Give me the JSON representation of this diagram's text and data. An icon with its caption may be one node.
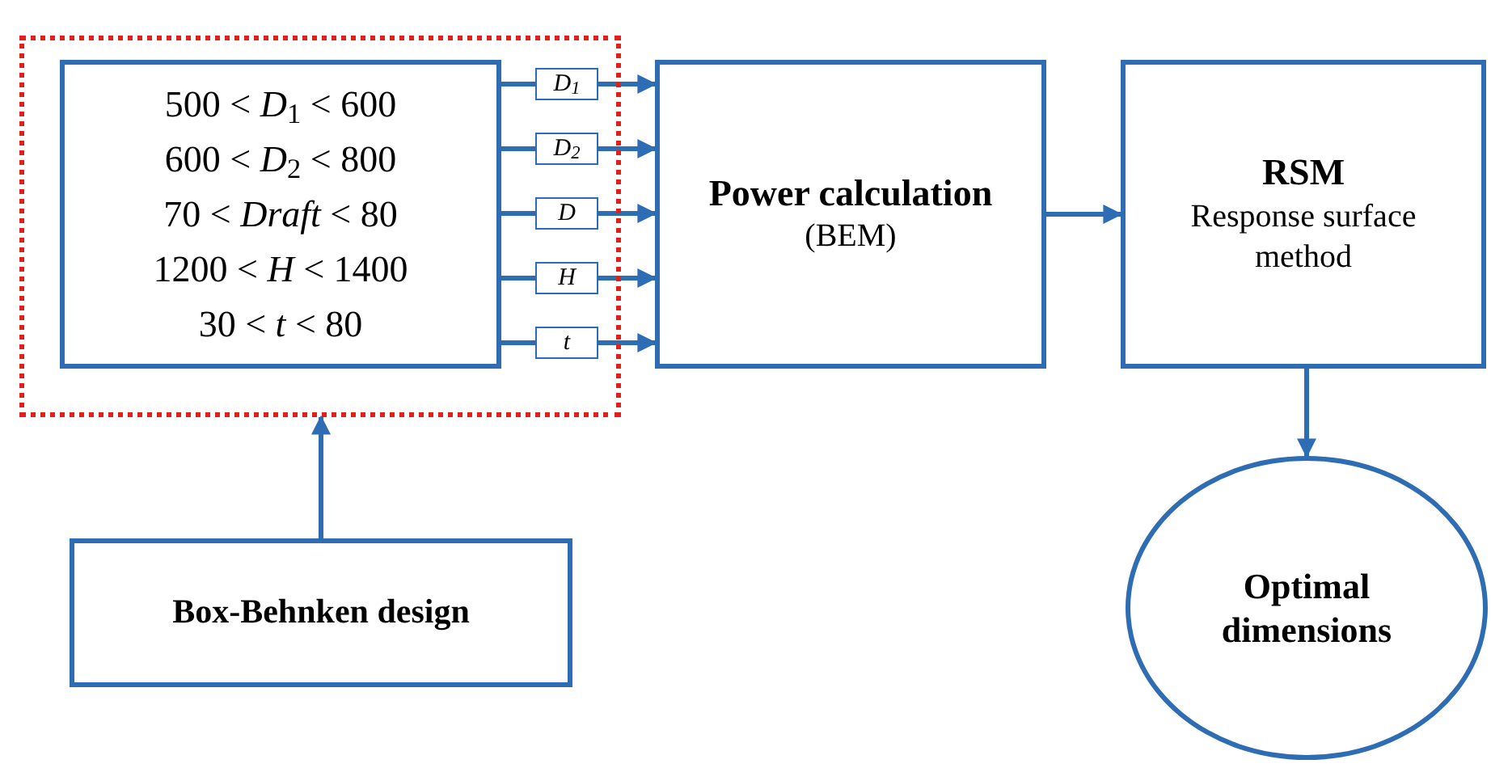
{
  "diagram": {
    "nodes": [
      {
        "text": [],
        "shape": "box"
      },
      {
        "text": [
          "500 < *D*$_{1}$ < 600",
          "600 < *D*$_{2}$ < 800",
          "70 < *Draft* < 80",
          "1200 < *H* < 1400",
          "30 < *t* < 80"
        ],
        "in": 0
      },
      {
        "text": [
          "*D*$_{1}$"
        ],
        "in": 0
      },
      {
        "text": [
          "*D*$_{2}$"
        ],
        "in": 0
      },
      {
        "text": [
          "D"
        ],
        "in": 0
      },
      {
        "text": [
          "H"
        ],
        "in": 0
      },
      {
        "text": [
          "t"
        ],
        "in": 0
      },
      {
        "text": [
          "Power calculation",
          "(BEM)"
        ]
      },
      {
        "text": [
          "RSM",
          "Response surface method"
        ]
      },
      {
        "text": [
          "Box-Behnken design"
        ]
      },
      {
        "text": [
          "Optimal dimensions"
        ]
      }
    ],
    "edges": [
      {
        "from": 1,
        "to": 2,
        "arrow": "none"
      },
      {
        "from": 1,
        "to": 3,
        "arrow": "none"
      },
      {
        "from": 1,
        "to": 4,
        "arrow": "none"
      },
      {
        "from": 1,
        "to": 5,
        "arrow": "none"
      },
      {
        "from": 1,
        "to": 6,
        "arrow": "none"
      },
      {
        "from": 2,
        "to": 7,
        "arrow": "to"
      },
      {
        "from": 3,
        "to": 7,
        "arrow": "to"
      },
      {
        "from": 4,
        "to": 7,
        "arrow": "to"
      },
      {
        "from": 5,
        "to": 7,
        "arrow": "to"
      },
      {
        "from": 6,
        "to": 7,
        "arrow": "to"
      },
      {
        "from": 7,
        "to": 8,
        "arrow": "to"
      },
      {
        "from": 8,
        "to": 10,
        "arrow": "to"
      },
      {
        "from": 9,
        "to": 0,
        "arrow": "to"
      }
    ]
  }
}
